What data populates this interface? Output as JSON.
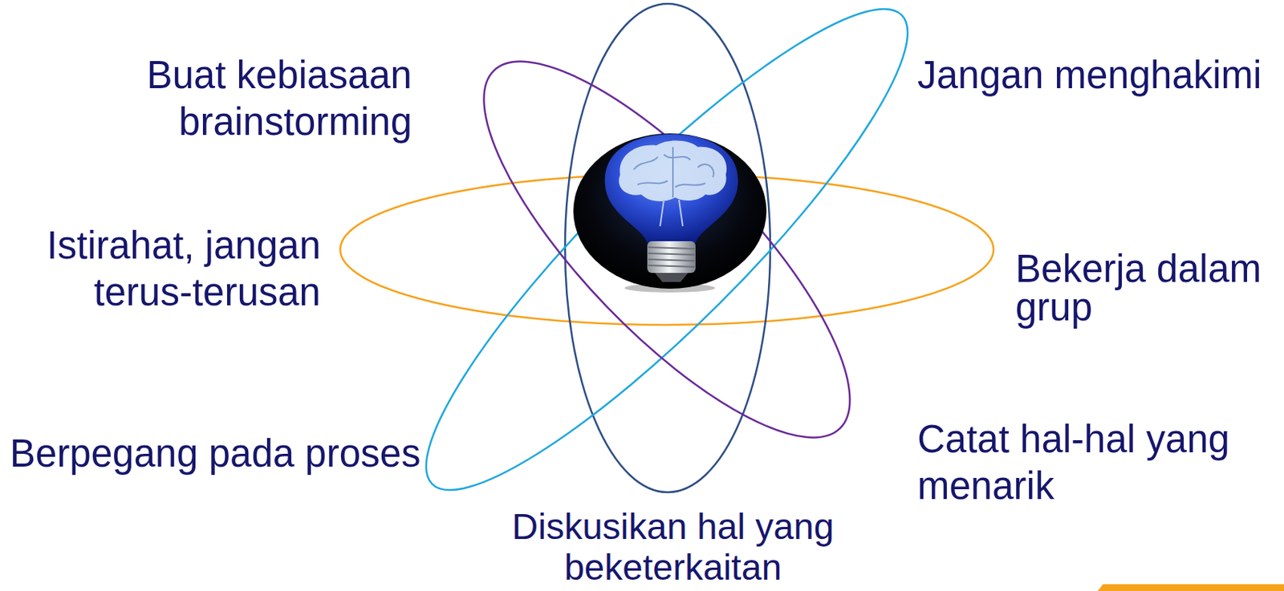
{
  "diagram": {
    "labels": [
      "Buat kebiasaan brainstorming",
      "Jangan menghakimi",
      "Istirahat, jangan terus-terusan",
      "Bekerja dalam grup",
      "Berpegang pada proses",
      "Catat hal-hal yang menarik",
      "Diskusikan hal yang beketerkaitan"
    ]
  }
}
